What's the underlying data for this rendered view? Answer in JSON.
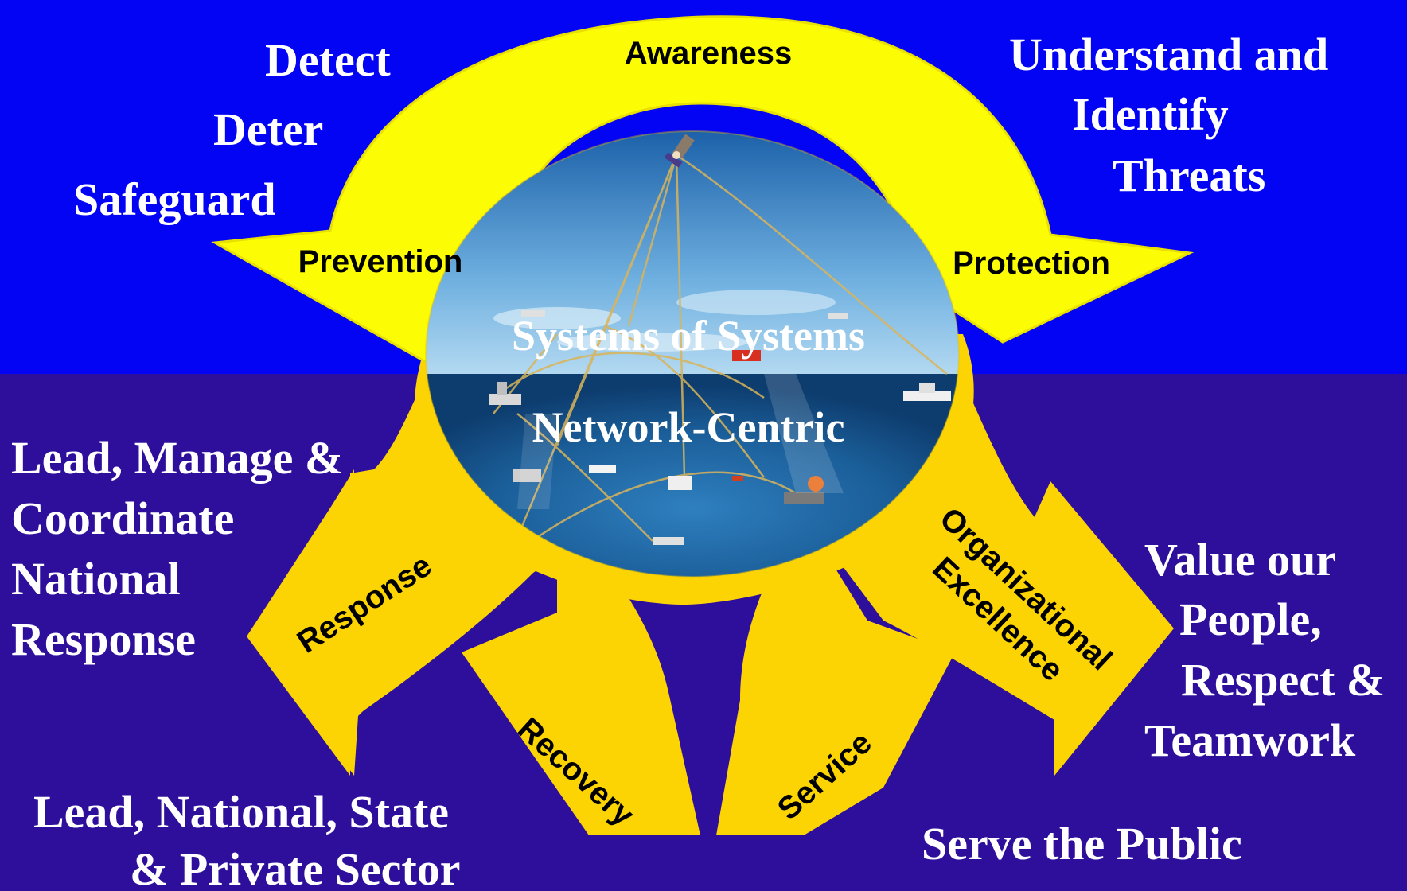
{
  "center": {
    "line1": "Systems of Systems",
    "line2": "Network-Centric"
  },
  "arrows": {
    "awareness": "Awareness",
    "prevention": "Prevention",
    "protection": "Protection",
    "response": "Response",
    "recovery": "Recovery",
    "service": "Service",
    "org_line1": "Organizational",
    "org_line2": "Excellence"
  },
  "outer": {
    "detect": "Detect",
    "deter": "Deter",
    "safeguard": "Safeguard",
    "understand1": "Understand and",
    "understand2": "Identify",
    "understand3": "Threats",
    "lead1": "Lead, Manage &",
    "lead2": "Coordinate",
    "lead3": "National",
    "lead4": "Response",
    "value1": "Value our",
    "value2": "People,",
    "value3": "Respect &",
    "value4": "Teamwork",
    "leadnat1": "Lead, National, State",
    "leadnat2": "& Private Sector",
    "serve": "Serve the Public"
  },
  "colors": {
    "top_band": "#0404f4",
    "bottom_band": "#2e0f9c",
    "upper_arrow": "#fcfc04",
    "lower_arrow": "#fcd404"
  }
}
